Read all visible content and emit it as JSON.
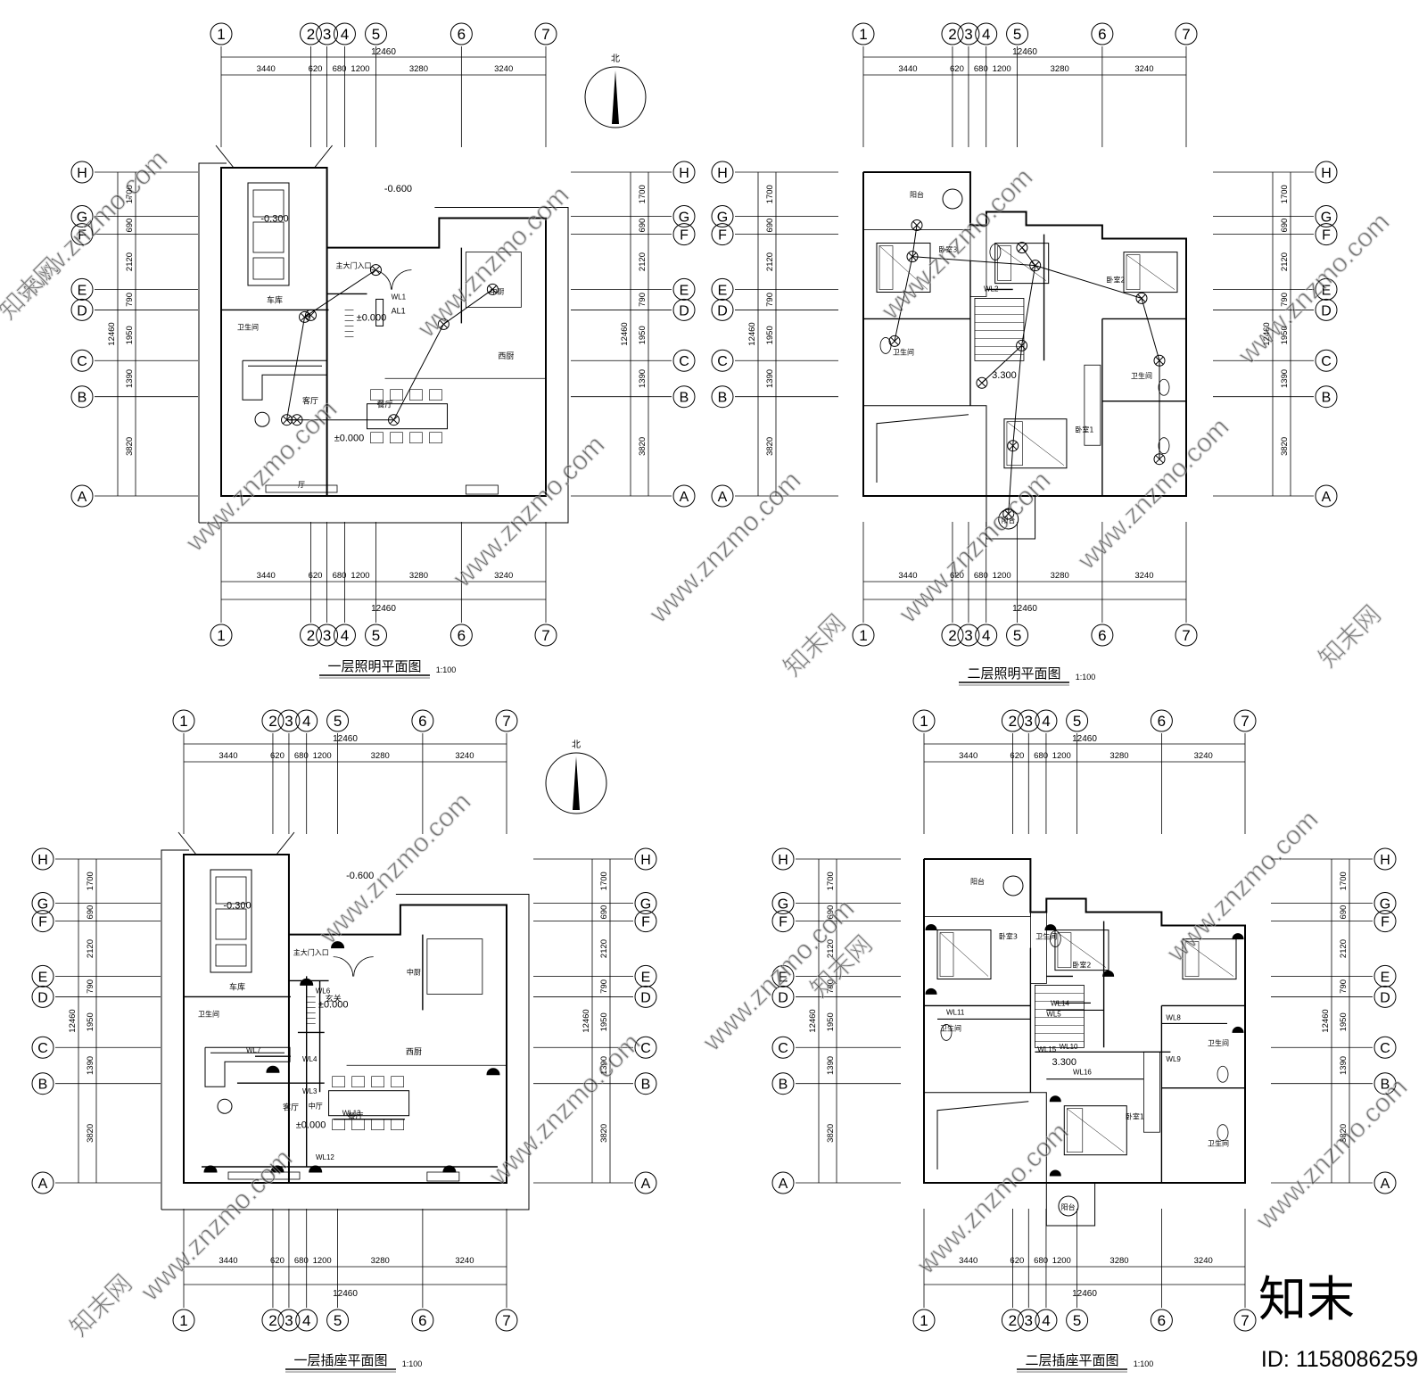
{
  "drawings": [
    {
      "id": "plan-tl",
      "title": "一层照明平面图",
      "scale": "1:100",
      "north": "北",
      "rooms": [
        "车库",
        "卫生间",
        "主大门入口",
        "中厨",
        "西厨",
        "客厅",
        "餐厅",
        "厅"
      ],
      "levels": [
        "-0.600",
        "-0.300",
        "±0.000",
        "±0.000"
      ],
      "panel": "AL1",
      "circuits": [
        "WL1"
      ]
    },
    {
      "id": "plan-tr",
      "title": "二层照明平面图",
      "scale": "1:100",
      "rooms": [
        "阳台",
        "卧室3",
        "卧室2",
        "卫生间",
        "卫生间",
        "卧室1",
        "阳台"
      ],
      "levels": [
        "3.300"
      ],
      "circuits": [
        "WL2"
      ]
    },
    {
      "id": "plan-bl",
      "title": "一层插座平面图",
      "scale": "1:100",
      "north": "北",
      "rooms": [
        "车库",
        "卫生间",
        "主大门入口",
        "中厨",
        "玄关",
        "西厨",
        "客厅",
        "中厅",
        "餐厅"
      ],
      "levels": [
        "-0.600",
        "-0.300",
        "±0.000",
        "±0.000"
      ],
      "circuits": [
        "WL3",
        "WL4",
        "WL6",
        "WL7",
        "WL12",
        "WL13"
      ]
    },
    {
      "id": "plan-br",
      "title": "二层插座平面图",
      "scale": "1:100",
      "rooms": [
        "阳台",
        "卧室3",
        "卫生间",
        "卧室2",
        "卫生间",
        "卫生间",
        "卧室1",
        "卫生间",
        "阳台"
      ],
      "levels": [
        "3.300"
      ],
      "circuits": [
        "WL5",
        "WL8",
        "WL9",
        "WL10",
        "WL11",
        "WL14",
        "WL15",
        "WL16"
      ]
    }
  ],
  "grid": {
    "columns": [
      "1",
      "2",
      "3",
      "4",
      "5",
      "6",
      "7"
    ],
    "rows": [
      "H",
      "G",
      "F",
      "E",
      "D",
      "C",
      "B",
      "A"
    ],
    "column_spacings": [
      "3440",
      "620",
      "680",
      "1200",
      "3280",
      "3240"
    ],
    "row_spacings": [
      "1700",
      "690",
      "2120",
      "790",
      "1950",
      "1390",
      "3820"
    ],
    "total": "12460"
  },
  "watermark": {
    "text": "www.znzmo.com",
    "logo": "知末网",
    "corner_logo": "知末",
    "id_text": "ID: 1158086259"
  },
  "colors": {
    "line": "#000000",
    "watermark": "#c8c8c8",
    "background": "#ffffff"
  }
}
